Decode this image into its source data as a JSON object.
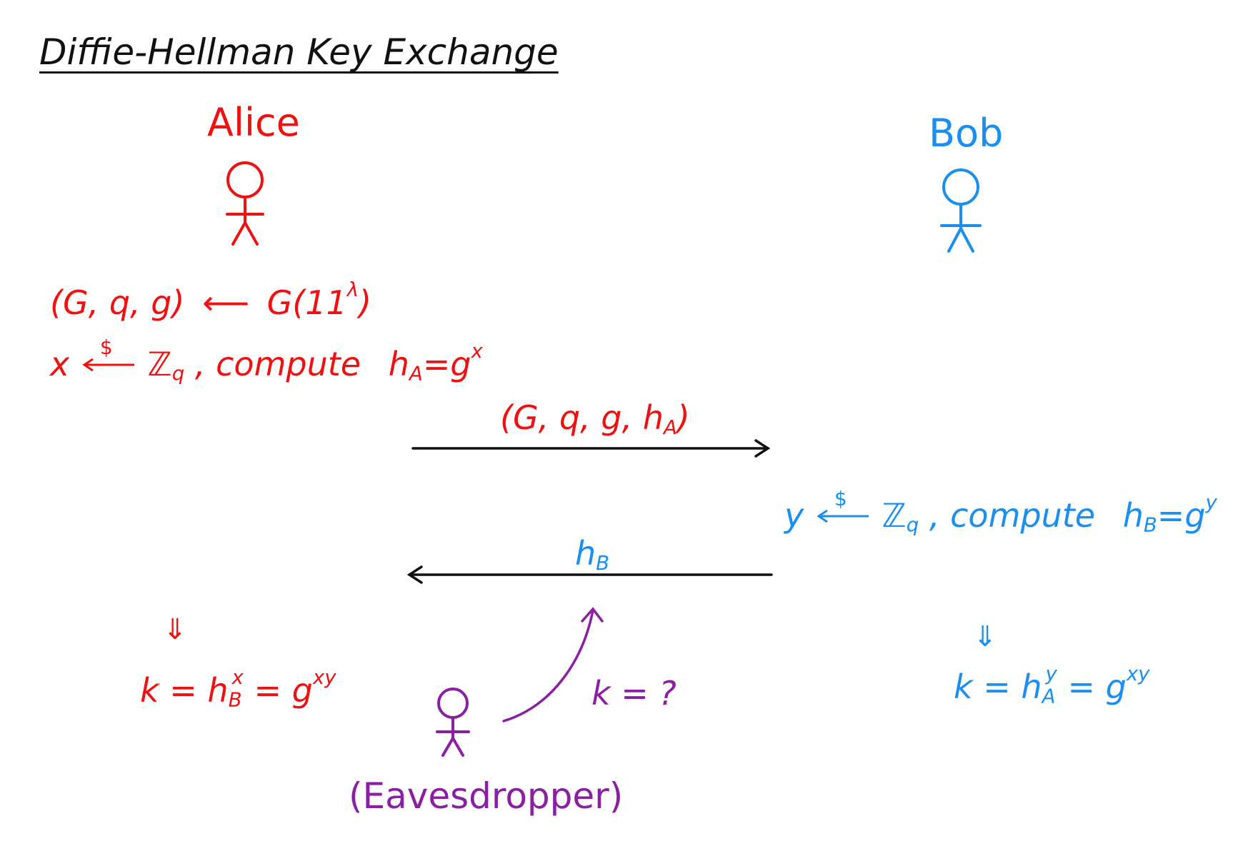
{
  "title": "Diffie-Hellman Key Exchange",
  "alice": {
    "name": "Alice",
    "setup_left": "(G, q, g)",
    "setup_right": "G(1",
    "setup_sup": "λ",
    "setup_close": ")",
    "sample_var": "x",
    "dollar": "$",
    "sample_set": "ℤ",
    "sample_set_sub": "q",
    "compute_label": ", compute",
    "compute_h": "h",
    "compute_h_sub": "A",
    "compute_eq": "=g",
    "compute_exp": "x",
    "down_arrow": "⇓",
    "key_lhs": "k = h",
    "key_h_sub": "B",
    "key_h_exp": "x",
    "key_rhs": "= g",
    "key_rhs_exp": "xy"
  },
  "bob": {
    "name": "Bob",
    "sample_var": "y",
    "dollar": "$",
    "sample_set": "ℤ",
    "sample_set_sub": "q",
    "compute_label": ", compute",
    "compute_h": "h",
    "compute_h_sub": "B",
    "compute_eq": "=g",
    "compute_exp": "y",
    "down_arrow": "⇓",
    "key_lhs": "k = h",
    "key_h_sub": "A",
    "key_h_exp": "y",
    "key_rhs": "= g",
    "key_rhs_exp": "xy"
  },
  "messages": {
    "to_bob_open": "(G, q, g, h",
    "to_bob_sub": "A",
    "to_bob_close": ")",
    "to_alice_h": "h",
    "to_alice_sub": "B"
  },
  "eavesdropper": {
    "label": "(Eavesdropper)",
    "question": "k = ?"
  },
  "colors": {
    "alice": "#ee1111",
    "bob": "#1a8ff0",
    "eavesdropper": "#8a1fa3",
    "ink": "#111111"
  }
}
